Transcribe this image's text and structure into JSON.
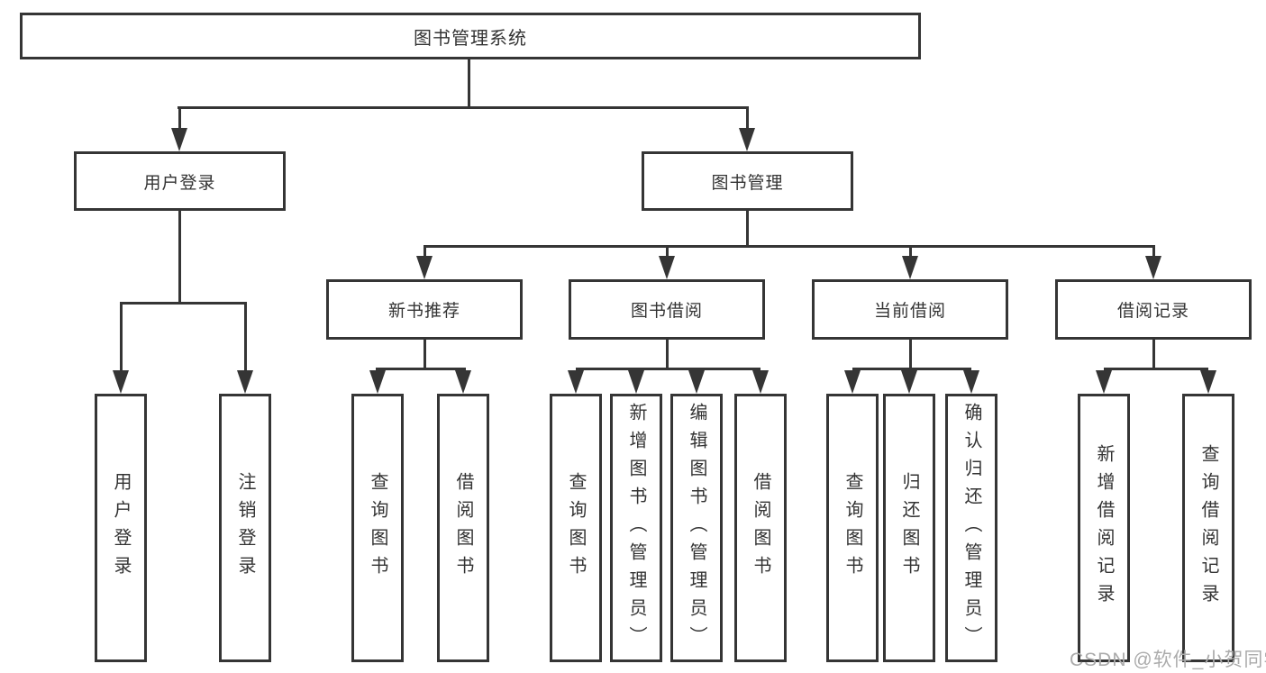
{
  "root": {
    "label": "图书管理系统"
  },
  "user_login": {
    "label": "用户登录",
    "leaves": [
      {
        "label": "用户登录"
      },
      {
        "label": "注销登录"
      }
    ]
  },
  "book_management": {
    "label": "图书管理",
    "groups": [
      {
        "label": "新书推荐",
        "leaves": [
          {
            "label": "查询图书"
          },
          {
            "label": "借阅图书"
          }
        ]
      },
      {
        "label": "图书借阅",
        "leaves": [
          {
            "label": "查询图书"
          },
          {
            "label": "新增图书（管理员）"
          },
          {
            "label": "编辑图书（管理员）"
          },
          {
            "label": "借阅图书"
          }
        ]
      },
      {
        "label": "当前借阅",
        "leaves": [
          {
            "label": "查询图书"
          },
          {
            "label": "归还图书"
          },
          {
            "label": "确认归还（管理员）"
          }
        ]
      },
      {
        "label": "借阅记录",
        "leaves": [
          {
            "label": "新增借阅记录"
          },
          {
            "label": "查询借阅记录"
          }
        ]
      }
    ]
  },
  "watermark": {
    "text": "CSDN @软件_小贺同学"
  },
  "colors": {
    "line": "#353535",
    "text": "#333333",
    "watermark": "#ababab",
    "background": "#ffffff"
  }
}
